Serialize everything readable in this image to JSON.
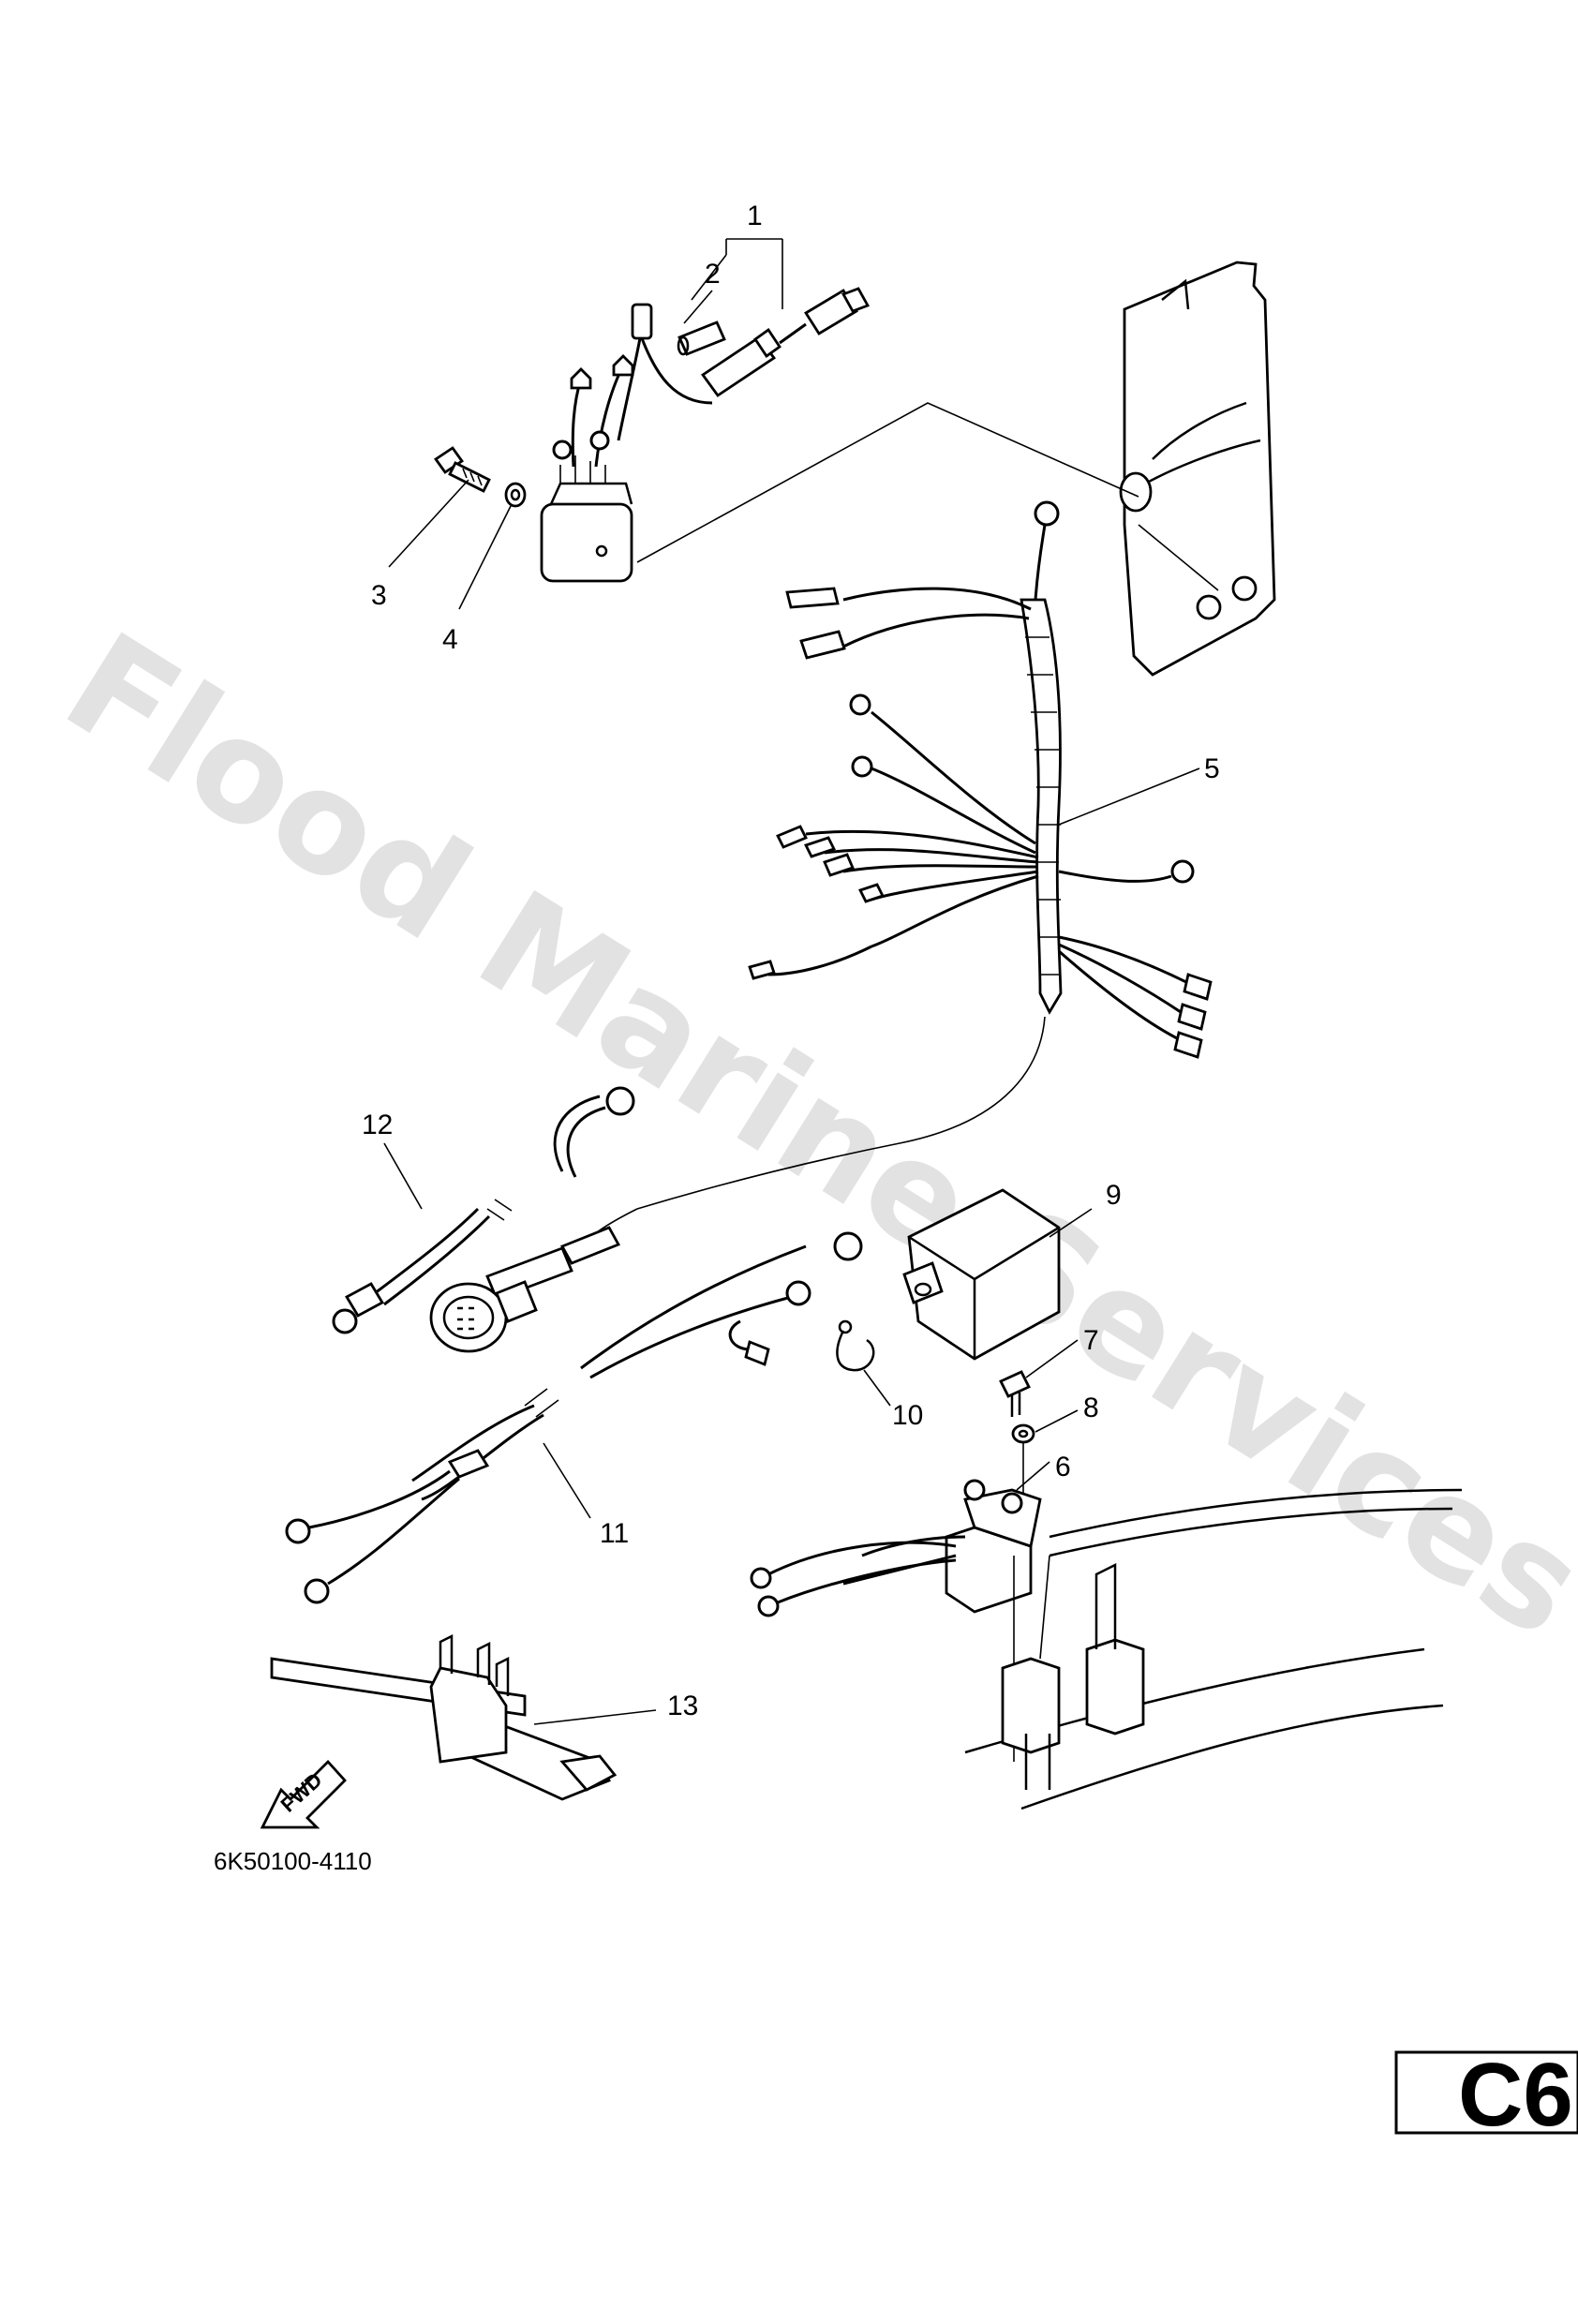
{
  "watermark": "Flood Marine Services",
  "diagram_code": "6K50100-4110",
  "fwd_label": "FWD",
  "page_code": "C6",
  "callouts": {
    "c1": "1",
    "c2": "2",
    "c3": "3",
    "c4": "4",
    "c5": "5",
    "c6": "6",
    "c7": "7",
    "c8": "8",
    "c9": "9",
    "c10": "10",
    "c11": "11",
    "c12": "12",
    "c13": "13"
  }
}
